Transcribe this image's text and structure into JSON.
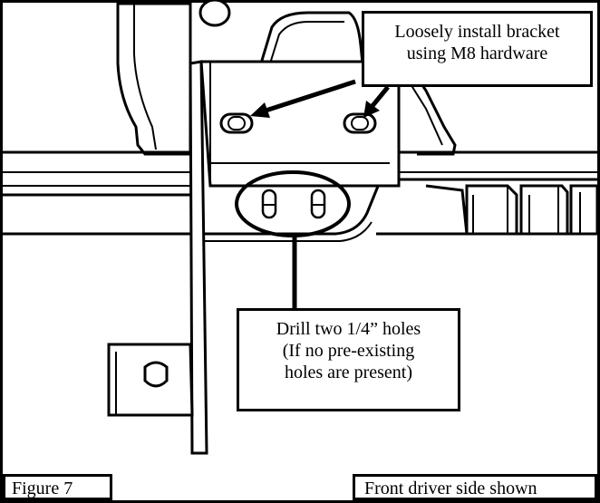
{
  "diagram": {
    "callout_top": {
      "lines": [
        "Loosely install bracket",
        "using M8 hardware"
      ]
    },
    "callout_mid": {
      "lines": [
        "Drill two 1/4” holes",
        "(If no pre-existing",
        "holes are present)"
      ]
    },
    "figure_label": "Figure 7",
    "view_label": "Front driver side shown"
  },
  "colors": {
    "line": "#000000",
    "background": "#ffffff"
  }
}
